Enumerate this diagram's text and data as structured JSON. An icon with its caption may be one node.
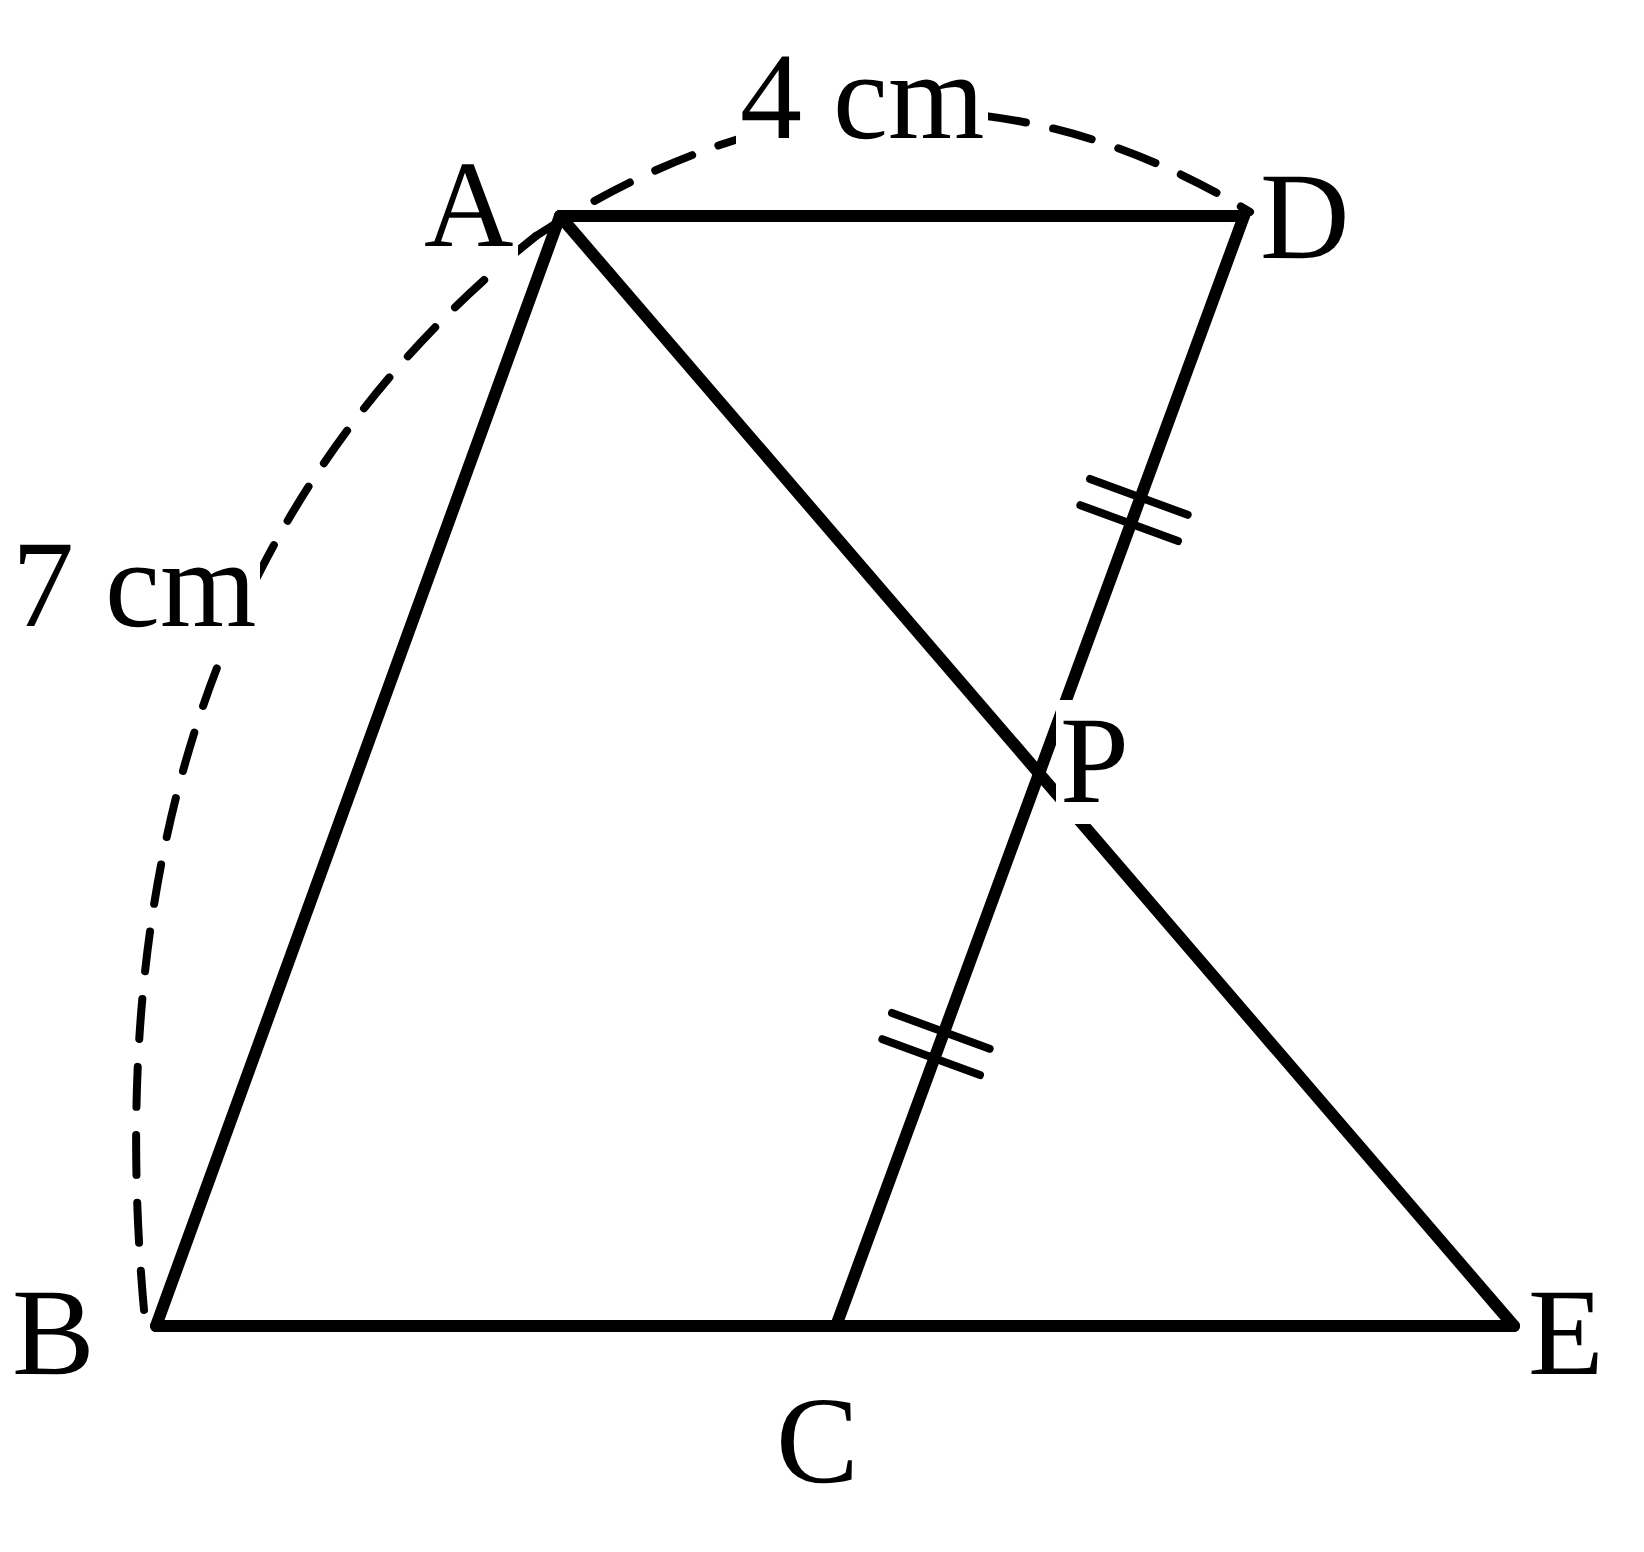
{
  "diagram": {
    "labels": [
      "A",
      "4 cm",
      "D",
      "7 cm",
      "P",
      "B",
      "C",
      "E"
    ]
  }
}
